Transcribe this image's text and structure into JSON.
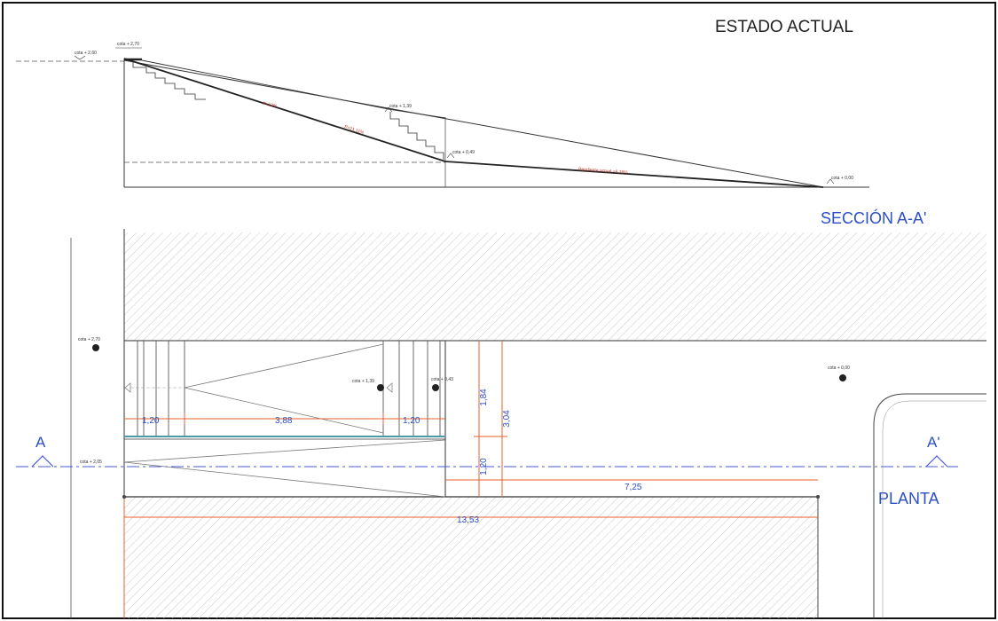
{
  "titles": {
    "state": "ESTADO ACTUAL",
    "section": "SECCIÓN A-A'",
    "plan": "PLANTA",
    "cut_left": "A",
    "cut_right": "A'"
  },
  "section_labels": {
    "level_top": "cota + 2,70",
    "level_top_b": "cota + 2,60",
    "level_mid": "cota + 1,39",
    "level_step": "cota + 0,49",
    "level_end": "cota + 0,00",
    "slope_1": "P=12%",
    "slope_2": "P=21,11%",
    "slope_3": "Pendiente actual =6,76%"
  },
  "plan_labels": {
    "level_a": "cota + 2,70",
    "level_b": "cota + 1,39",
    "level_c": "cota + 0,43",
    "level_d": "cota + 0,00",
    "level_e": "cota + 2,05"
  },
  "dimensions": {
    "d_120_left": "1,20",
    "d_388": "3,88",
    "d_120_right": "1,20",
    "d_184": "1,84",
    "d_304": "3,04",
    "d_120_vert": "1,20",
    "d_725": "7,25",
    "d_1353": "13,53"
  },
  "colors": {
    "frame": "#111111",
    "dimension_line": "#e8622a",
    "dimension_text": "#2b4fc9",
    "axis": "#4a5bd6",
    "annotation_red": "#c0392b",
    "hatch": "#c8c8c8",
    "ramp_edge": "#4a9aa8"
  }
}
